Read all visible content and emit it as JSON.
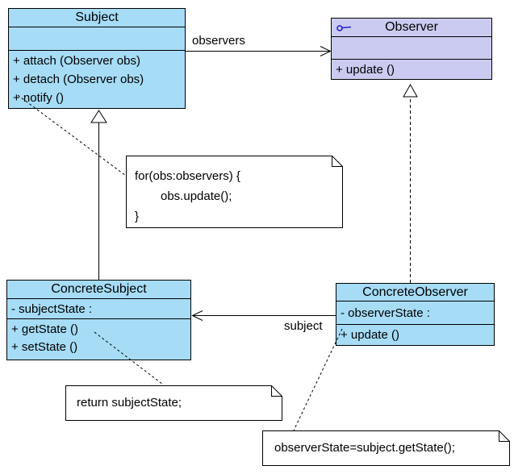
{
  "colors": {
    "class_fill": "#A6DCF6",
    "interface_fill": "#CBCBF1",
    "note_fill": "#FFFFFF",
    "line": "#000000",
    "interface_icon": "#2323CC"
  },
  "classes": {
    "subject": {
      "name": "Subject",
      "attributes": [],
      "methods": [
        "+ attach (Observer obs)",
        "+ detach (Observer obs)",
        "+ notify ()"
      ]
    },
    "observer": {
      "name": "Observer",
      "icon": "interface-lollipop-icon",
      "attributes": [],
      "methods": [
        "+ update ()"
      ]
    },
    "concrete_subject": {
      "name": "ConcreteSubject",
      "attributes": [
        "- subjectState :"
      ],
      "methods": [
        "+ getState ()",
        "+ setState ()"
      ]
    },
    "concrete_observer": {
      "name": "ConcreteObserver",
      "attributes": [
        "- observerState :"
      ],
      "methods": [
        "+ update ()"
      ]
    }
  },
  "edges": {
    "observers_label": "observers",
    "subject_label": "subject"
  },
  "notes": {
    "notify_code": {
      "lines": [
        "for(obs:observers) {",
        "obs.update();",
        "}"
      ]
    },
    "get_state_code": {
      "lines": [
        "return subjectState;"
      ]
    },
    "update_code": {
      "lines": [
        "observerState=subject.getState();"
      ]
    }
  }
}
